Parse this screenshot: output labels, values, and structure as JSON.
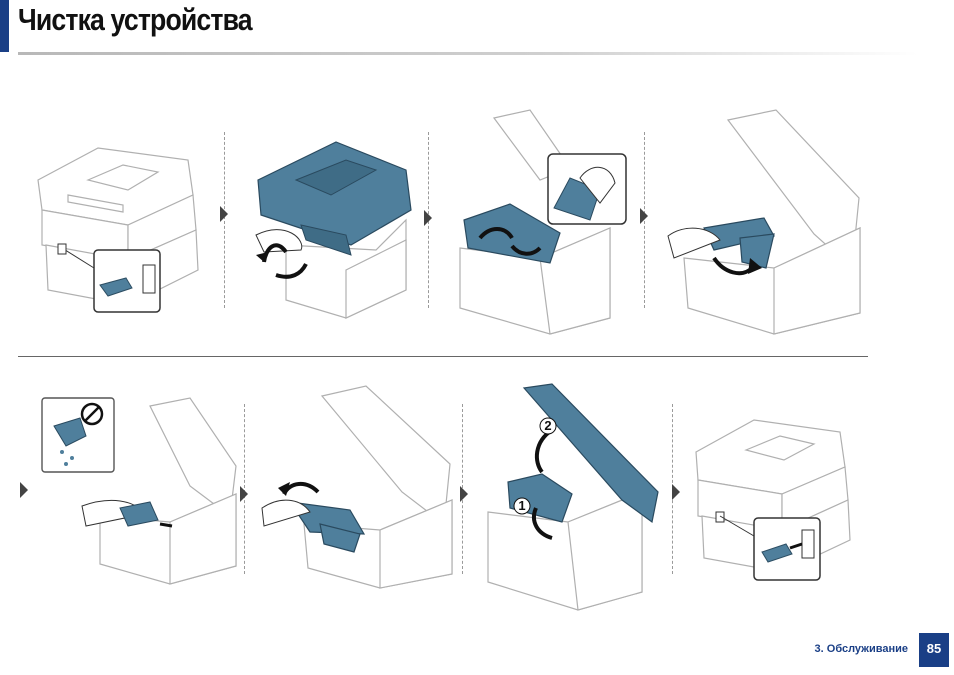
{
  "header": {
    "title": "Чистка устройства"
  },
  "steps": {
    "step3": {
      "label_1": "1",
      "label_2": "2"
    }
  },
  "footer": {
    "section_label": "3. Обслуживание",
    "page_number": "85"
  },
  "colors": {
    "accent": "#1a3f86",
    "teal": "#4f7f9c",
    "line": "#9a9a9a"
  },
  "icons": [
    "printer-icon",
    "power-plug-icon",
    "hand-icon",
    "prohibited-icon",
    "rotate-arrow-icon",
    "step-arrow-icon"
  ]
}
